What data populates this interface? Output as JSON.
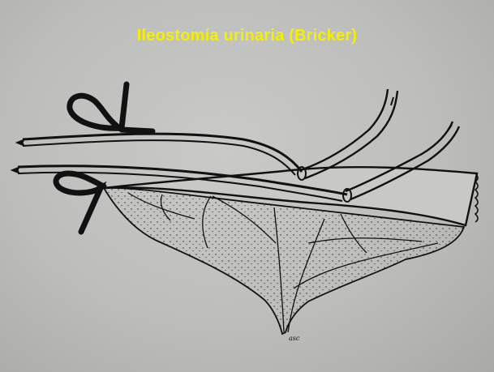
{
  "slide": {
    "title": "Ileostomía urinaria (Bricker)",
    "title_color": "#f4f000",
    "background_color": "#c4c5c2",
    "ink_color": "#111111"
  },
  "drawing": {
    "subject": "ileal conduit with two ureteral catheters and mesentery",
    "handwritten_label": "asc"
  }
}
